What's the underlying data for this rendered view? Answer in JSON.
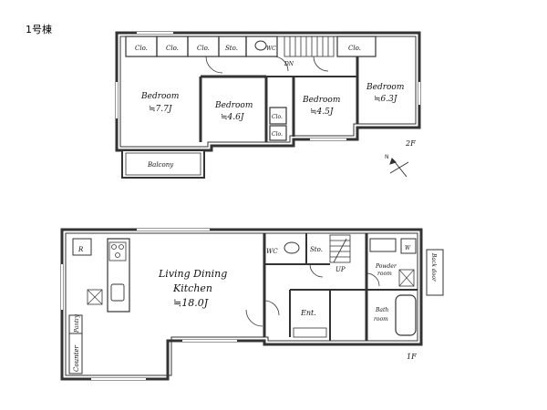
{
  "building_label": "1号棟",
  "floor2": {
    "floor_label": "2F",
    "rooms": {
      "bedroom_a": {
        "name": "Bedroom",
        "size": "≒7.7J"
      },
      "bedroom_b": {
        "name": "Bedroom",
        "size": "≒4.6J"
      },
      "bedroom_c": {
        "name": "Bedroom",
        "size": "≒4.5J"
      },
      "bedroom_d": {
        "name": "Bedroom",
        "size": "≒6.3J"
      },
      "balcony": "Balcony"
    },
    "storage": {
      "closet": "Clo.",
      "store": "Sto.",
      "wc": "WC",
      "down": "DN"
    }
  },
  "floor1": {
    "floor_label": "1F",
    "rooms": {
      "ldk_line1": "Living Dining",
      "ldk_line2": "Kitchen",
      "ldk_size": "≒18.0J",
      "entrance": "Ent.",
      "powder_line1": "Powder",
      "powder_line2": "room",
      "bath_line1": "Bath",
      "bath_line2": "room",
      "pantry": "Pantry",
      "counter": "Counter",
      "back_door": "Back door"
    },
    "fixtures": {
      "refrigerator": "R",
      "wc": "WC",
      "store": "Sto.",
      "up": "UP",
      "washer": "W"
    }
  }
}
